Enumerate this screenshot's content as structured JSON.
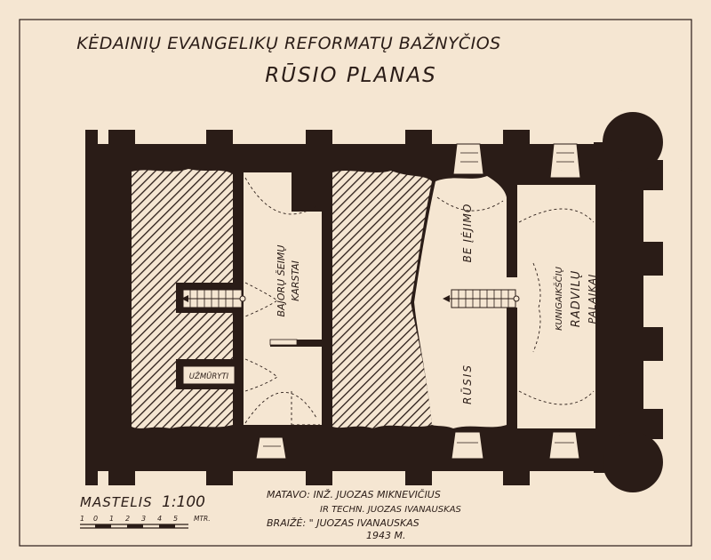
{
  "title": {
    "line1": "KĖDAINIŲ  EVANGELIKŲ  REFORMATŲ  BAŽNYČIOS",
    "line2": "RŪSIO  PLANAS"
  },
  "rooms": {
    "bajoru": [
      "BAJORŲ ŠEIMŲ",
      "KARSTAI"
    ],
    "uzmuryti": "UŽMŪRYTI",
    "be_iejimo": "BE ĮĖJIMO",
    "rusis": "RŪSIS",
    "radvilu": [
      "KUNIGAIKŠČIŲ",
      "RADVILŲ",
      "PALAIKAI"
    ]
  },
  "scale": {
    "label": "MASTELIS",
    "ratio": "1:100",
    "ticks": [
      "1",
      "0",
      "1",
      "2",
      "3",
      "4",
      "5"
    ],
    "unit": "MTR."
  },
  "credits": {
    "line1": "MATAVO: INŽ. JUOZAS MIKNEVIČIUS",
    "line2": "IR TECHN. JUOZAS IVANAUSKAS",
    "line3": "BRAIŽĖ:  \"  JUOZAS IVANAUSKAS",
    "line4": "1943 M."
  },
  "colors": {
    "paper": "#f5e6d2",
    "ink": "#2a1c17",
    "light": "#f5e6d2"
  }
}
